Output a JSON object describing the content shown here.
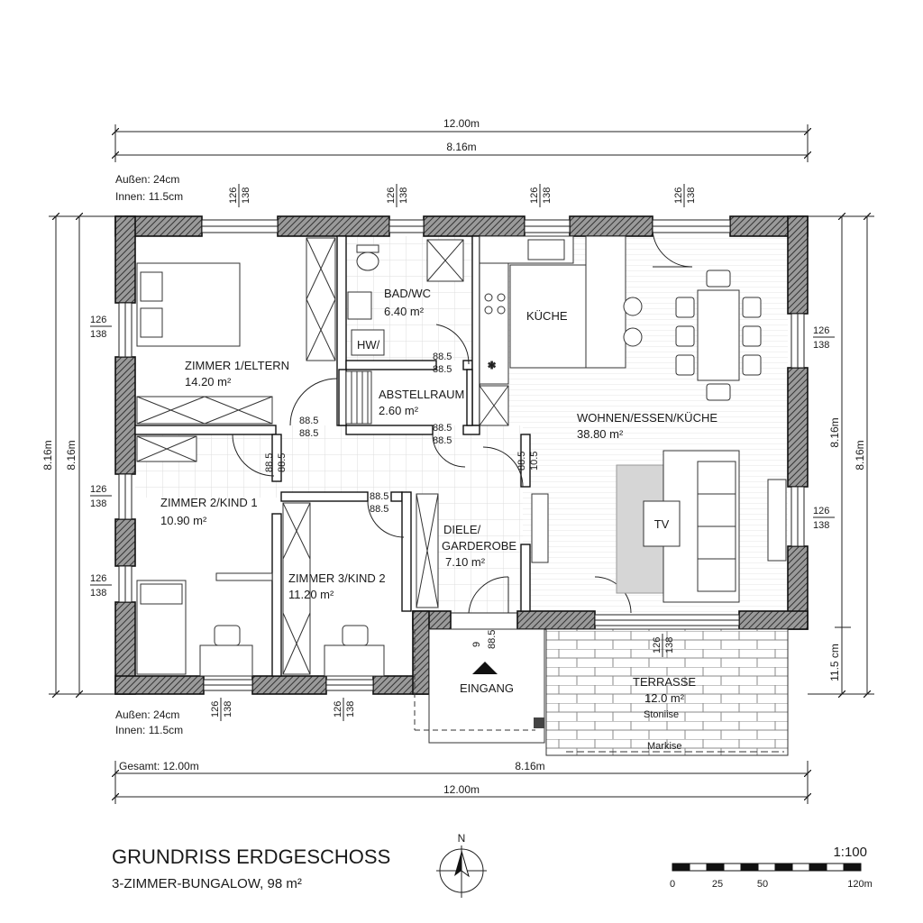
{
  "title": "GRUNDRISS ERDGESCHOSS",
  "subtitle": "3-ZIMMER-BUNGALOW, 98 m²",
  "scale": {
    "label": "1:100",
    "ticks": [
      "0",
      "25",
      "50",
      "120m"
    ]
  },
  "north": "N",
  "wall_notes": {
    "top": [
      "Außen: 24cm",
      "Innen: 11.5cm"
    ],
    "bottom": [
      "Außen: 24cm",
      "Innen: 11.5cm"
    ]
  },
  "overall_dims": {
    "top_total": "12.00m",
    "top_inner": "8.16m",
    "bottom_label": "Gesamt: 12.00m",
    "bottom_inner": "8.16m",
    "bottom_total": "12.00m",
    "left_outer": "8.16m",
    "left_inner": "8.16m",
    "right_inner": "8.16m",
    "right_outer": "8.16m",
    "right_terrace": "11.5 cm"
  },
  "window_dim": {
    "width": "126",
    "height": "138"
  },
  "door_dims": {
    "bad": [
      "88.5",
      "88.5"
    ],
    "abstell": [
      "88.5",
      "88.5"
    ],
    "eltern": [
      "88.5",
      "88.5"
    ],
    "kind1": [
      "88.5",
      "88.5"
    ],
    "kind2": [
      "88.5",
      "88.5"
    ],
    "wohnen": [
      "88.5",
      "10.5"
    ],
    "eingang": [
      "9",
      "88.5"
    ]
  },
  "rooms": {
    "eltern": {
      "name": "ZIMMER 1/ELTERN",
      "area": "14.20 m²"
    },
    "bad": {
      "name": "BAD/WC",
      "area": "6.40 m²",
      "note": "HW/"
    },
    "abstell": {
      "name": "ABSTELLRAUM",
      "area": "2.60 m²"
    },
    "kueche": {
      "name": "KÜCHE"
    },
    "wohnen": {
      "name": "WOHNEN/ESSEN/KÜCHE",
      "area": "38.80 m²",
      "tv": "TV"
    },
    "kind1": {
      "name": "ZIMMER 2/KIND 1",
      "area": "10.90 m²"
    },
    "kind2": {
      "name": "ZIMMER 3/KIND 2",
      "area": "11.20 m²"
    },
    "diele": {
      "name": "DIELE/",
      "name2": "GARDEROBE",
      "area": "7.10 m²"
    },
    "eingang": {
      "name": "EINGANG"
    },
    "terrasse": {
      "name": "TERRASSE",
      "area": "12.0 m²",
      "material": "Stoniise",
      "awning": "Markise"
    }
  }
}
